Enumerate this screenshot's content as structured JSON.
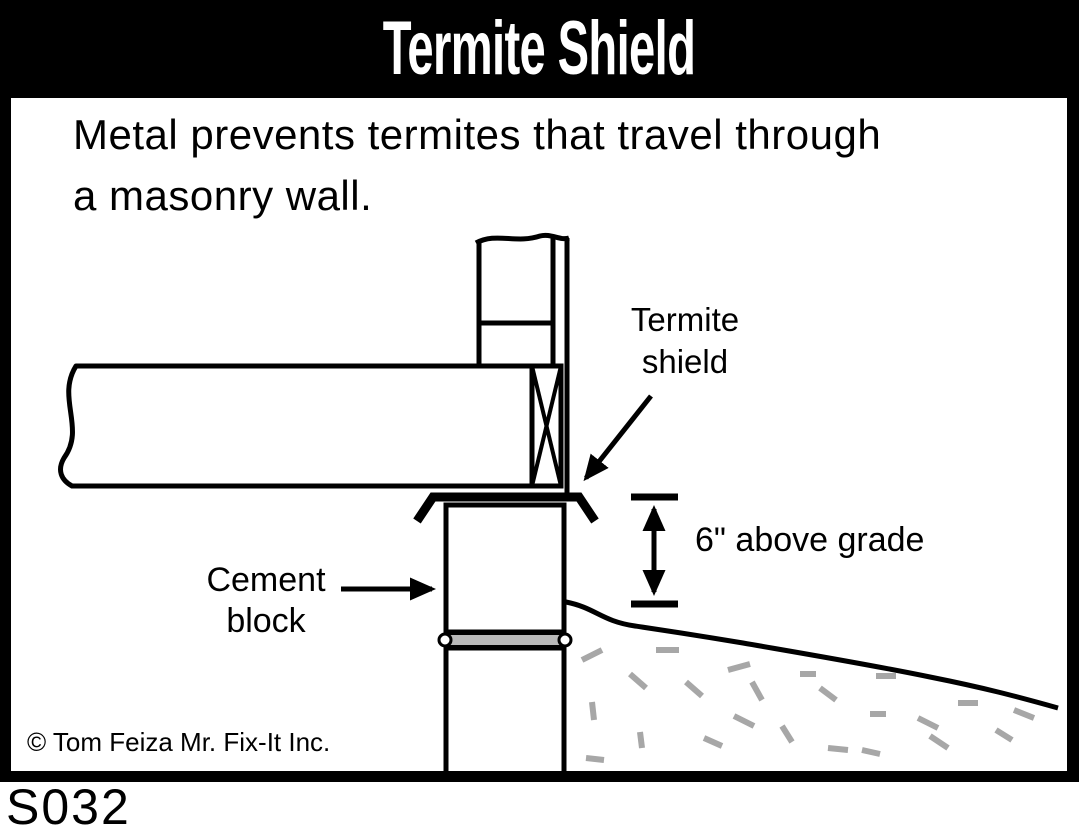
{
  "header": {
    "title": "Termite Shield"
  },
  "description": {
    "text": "Metal prevents termites that travel through\na masonry wall."
  },
  "labels": {
    "termite_shield": "Termite\nshield",
    "cement_block": "Cement\nblock",
    "grade_clearance": "6\" above grade"
  },
  "footer": {
    "copyright": "© Tom Feiza Mr. Fix-It Inc.",
    "figure_code": "S032"
  },
  "colors": {
    "header_bg": "#000000",
    "header_text": "#ffffff",
    "ink": "#000000",
    "mortar": "#b9b9b9",
    "soil_dash": "#a7a7a7",
    "background": "#ffffff"
  }
}
